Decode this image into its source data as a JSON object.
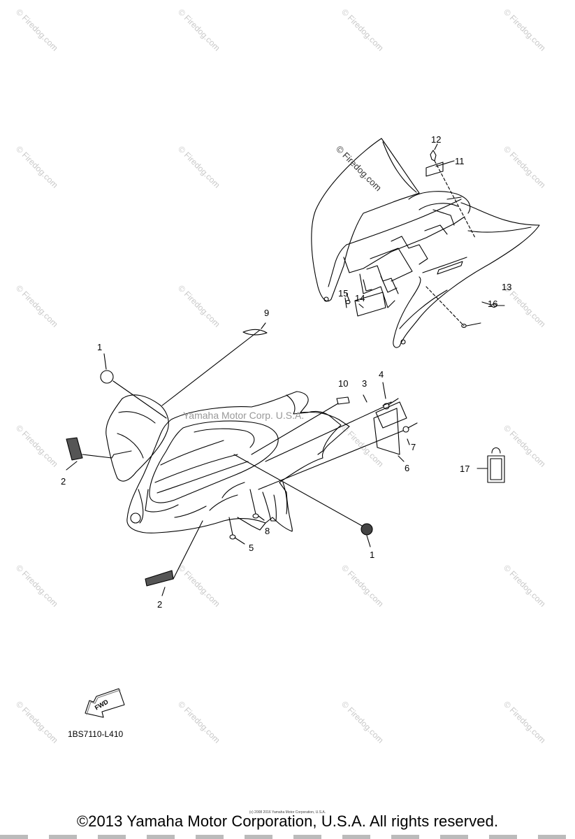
{
  "watermark": "© Firedog.com",
  "diagram_watermark": "© Firedog.com",
  "overlay_watermark": "Yamaha Motor Corp. U.S.A.",
  "callouts": [
    "1",
    "2",
    "2",
    "3",
    "4",
    "5",
    "6",
    "7",
    "8",
    "9",
    "10",
    "11",
    "12",
    "13",
    "14",
    "15",
    "16",
    "17",
    "1"
  ],
  "fwd_label": "FWD",
  "part_code": "1BS7110-L410",
  "tiny_credit": "(c) 2008 2016 Yamaha Motor Corporation, U.S.A.",
  "copyright": "©2013 Yamaha Motor Corporation, U.S.A. All rights reserved."
}
